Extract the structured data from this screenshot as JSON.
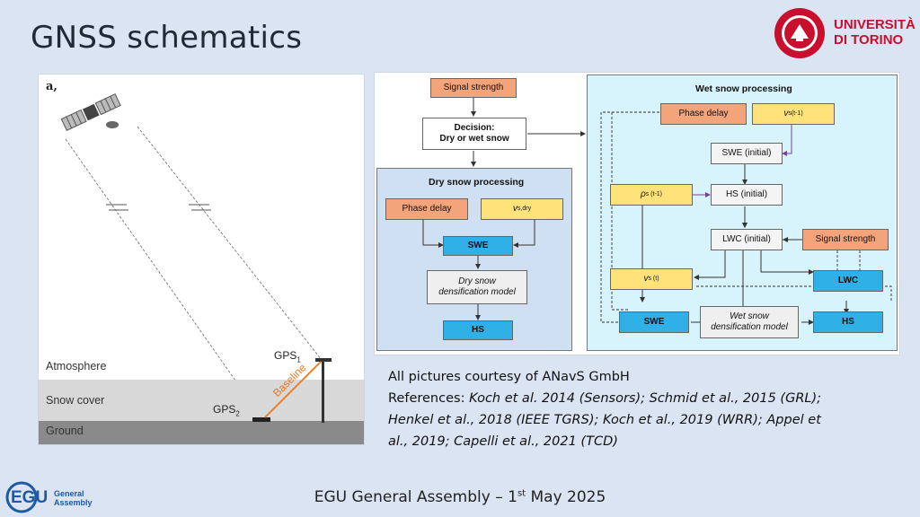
{
  "title": "GNSS schematics",
  "logo": {
    "line1": "UNIVERSITÀ",
    "line2": "DI TORINO",
    "color": "#c8102e"
  },
  "left_figure": {
    "panel_letter": "a,",
    "layers": [
      "Atmosphere",
      "Snow cover",
      "Ground"
    ],
    "gps1": "GPS",
    "gps1_sub": "1",
    "gps2": "GPS",
    "gps2_sub": "2",
    "baseline": "Baseline",
    "colors": {
      "snow": "#d8d8d8",
      "ground": "#8a8a8a",
      "baseline": "#e87722"
    }
  },
  "flow": {
    "signal_strength_top": "Signal strength",
    "decision": "Decision:\nDry or wet snow",
    "dry": {
      "title": "Dry snow processing",
      "phase_delay": "Phase delay",
      "v_dry": "v",
      "v_dry_sub": "s,dry",
      "swe": "SWE",
      "model": "Dry snow\ndensification model",
      "hs": "HS"
    },
    "wet": {
      "title": "Wet snow processing",
      "phase_delay": "Phase delay",
      "v_prev": "v",
      "v_prev_sub": "s(t-1)",
      "swe_initial": "SWE (initial)",
      "rho": "ρ",
      "rho_sub": "s (t-1)",
      "hs_initial": "HS (initial)",
      "lwc_initial": "LWC (initial)",
      "signal_strength": "Signal strength",
      "v_t": "v",
      "v_t_sub": "s (t)",
      "lwc": "LWC",
      "swe": "SWE",
      "model": "Wet snow\ndensification model",
      "hs": "HS"
    },
    "colors": {
      "dry_bg": "#cfe0f3",
      "wet_bg": "#d7f3fb",
      "orange": "#f4a47a",
      "yellow": "#ffe37a",
      "blue": "#2fb0e6"
    }
  },
  "references": {
    "courtesy": "All pictures courtesy of ANavS GmbH",
    "label": "References:",
    "line1": "Koch et al. 2014 (Sensors); Schmid et al., 2015 (GRL);",
    "line2": "Henkel et al., 2018 (IEEE TGRS); Koch et al., 2019 (WRR); Appel et",
    "line3": "al., 2019; Capelli et al., 2021 (TCD)"
  },
  "footer": {
    "pre": "EGU General Assembly  –  1",
    "sup": "st",
    "post": " May 2025"
  },
  "egu": {
    "mark": "EGU",
    "line1": "General",
    "line2": "Assembly"
  }
}
